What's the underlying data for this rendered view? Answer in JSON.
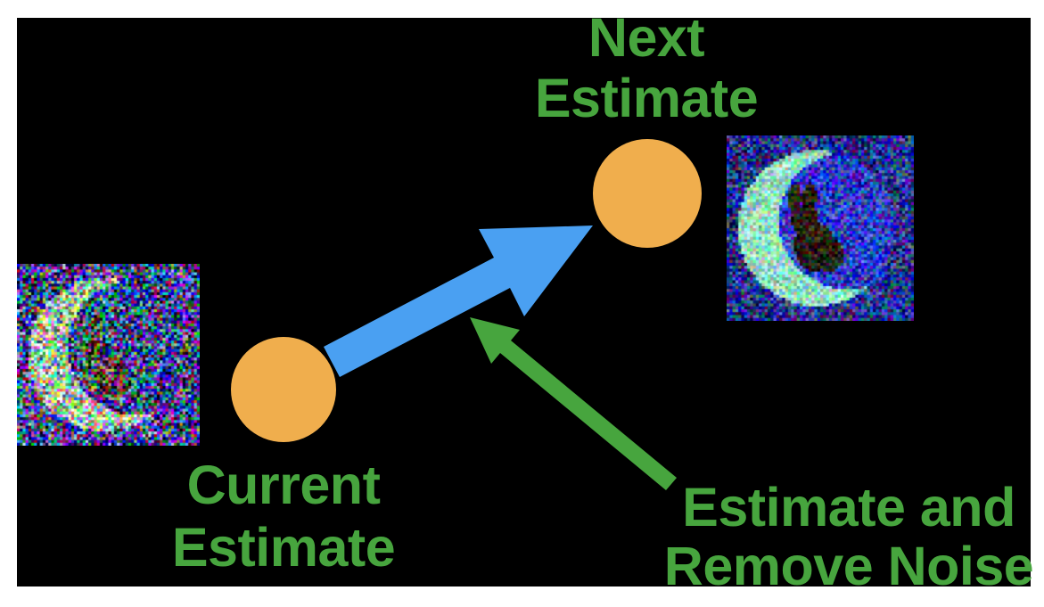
{
  "page": {
    "background": "#ffffff",
    "canvas_background": "#000000"
  },
  "colors": {
    "label_green": "#47a53e",
    "arrow_blue": "#4aa0f2",
    "node_orange": "#f0ae4d"
  },
  "labels": {
    "next": {
      "line1": "Next",
      "line2": "Estimate"
    },
    "current": {
      "line1": "Current",
      "line2": "Estimate"
    },
    "action": {
      "line1": "Estimate and",
      "line2": "Remove Noise"
    }
  },
  "images": {
    "left": {
      "alt": "Very noisy image of a crescent moon (current estimate)",
      "seed": 1337,
      "palette": {
        "bg": "#3c3c96",
        "hole": "#2d4690",
        "crescent": "#aacaaa",
        "rabbit": "#4a463c"
      },
      "amp": {
        "bg": 168,
        "hole": 160,
        "crescent": 150,
        "rabbit": 150
      }
    },
    "right": {
      "alt": "Less noisy image of a crescent moon with a rabbit silhouette (next estimate)",
      "seed": 2024,
      "palette": {
        "bg": "#1e2f8c",
        "hole": "#2a3fc8",
        "crescent": "#96e6c3",
        "rabbit": "#28200f"
      },
      "amp": {
        "bg": 95,
        "hole": 85,
        "crescent": 72,
        "rabbit": 55
      }
    }
  }
}
